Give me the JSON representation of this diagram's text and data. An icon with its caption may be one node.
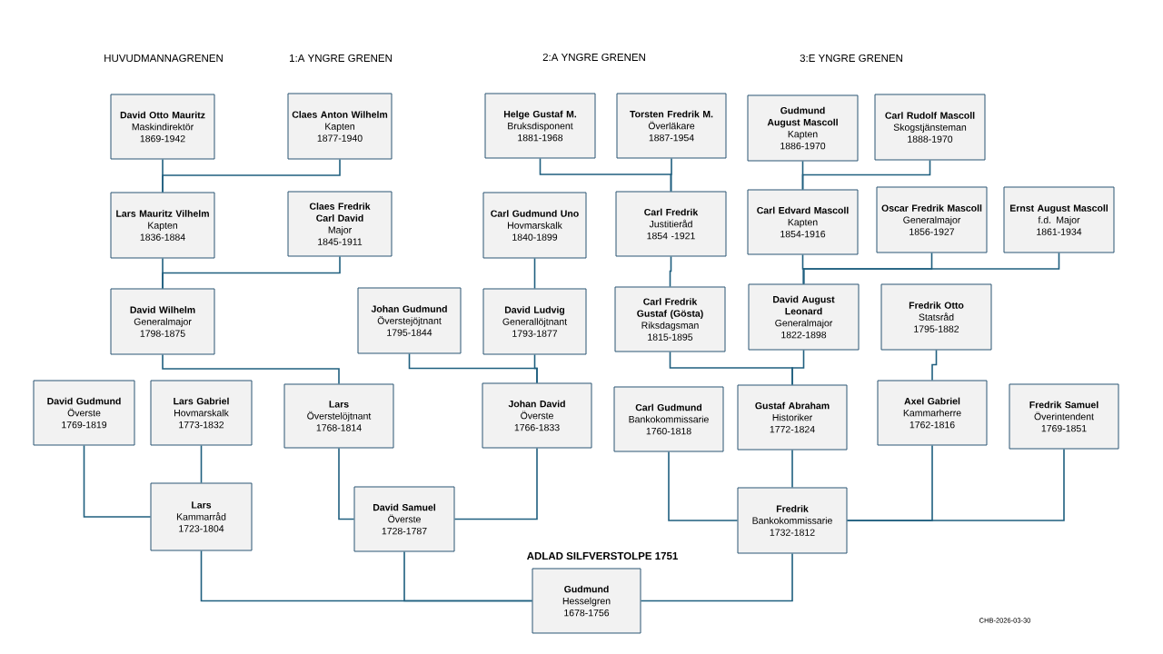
{
  "diagram": {
    "nodes": [
      {
        "text": [
          "David Otto Mauritz",
          "Maskindirektör",
          "1869-1942"
        ]
      },
      {
        "text": [
          "Claes Anton Wilhelm",
          "Kapten",
          "1877-1940"
        ]
      },
      {
        "text": [
          "Helge Gustaf M.",
          "Bruksdisponent",
          "1881-1968"
        ]
      },
      {
        "text": [
          "Torsten Fredrik M.",
          "Överläkare",
          "1887-1954"
        ]
      },
      {
        "text": [
          "Gudmund August Mascoll",
          "Kapten",
          "1886-1970"
        ]
      },
      {
        "text": [
          "Carl Rudolf Mascoll",
          "Skogstjänsteman",
          "1888-1970"
        ]
      },
      {
        "text": [
          "Lars Mauritz Vilhelm",
          "Kapten",
          "1836-1884"
        ]
      },
      {
        "text": [
          "Claes Fredrik Carl David",
          "Major",
          "1845-1911"
        ]
      },
      {
        "text": [
          "Carl Gudmund Uno",
          "Hovmarskalk",
          "1840-1899"
        ]
      },
      {
        "text": [
          "Carl Fredrik",
          "Justitieråd",
          "1854 -1921"
        ]
      },
      {
        "text": [
          "Carl Edvard Mascoll",
          "Kapten",
          "1854-1916"
        ]
      },
      {
        "text": [
          "Oscar Fredrik Mascoll",
          "Generalmajor",
          "1856-1927"
        ]
      },
      {
        "text": [
          "Ernst August Mascoll",
          "f.d. Major",
          "1861-1934"
        ]
      },
      {
        "text": [
          "David Wilhelm",
          "Generalmajor",
          "1798-1875"
        ]
      },
      {
        "text": [
          "Johan Gudmund",
          "Överstejöjtnant",
          "1795-1844"
        ]
      },
      {
        "text": [
          "David Ludvig",
          "Generallöjtnant",
          "1793-1877"
        ]
      },
      {
        "text": [
          "Carl Fredrik Gustaf (Gösta)",
          "Riksdagsman",
          "1815-1895"
        ]
      },
      {
        "text": [
          "David August Leonard",
          "Generalmajor",
          "1822-1898"
        ]
      },
      {
        "text": [
          "Fredrik Otto",
          "Statsråd",
          "1795-1882"
        ]
      },
      {
        "text": [
          "David Gudmund",
          "Överste",
          "1769-1819"
        ]
      },
      {
        "text": [
          "Lars Gabriel",
          "Hovmarskalk",
          "1773-1832"
        ]
      },
      {
        "text": [
          "Lars",
          "Överstelöjtnant",
          "1768-1814"
        ]
      },
      {
        "text": [
          "Johan David",
          "Överste",
          "1766-1833"
        ]
      },
      {
        "text": [
          "Carl Gudmund",
          "Bankokommissarie",
          "1760-1818"
        ]
      },
      {
        "text": [
          "Gustaf Abraham",
          "Historiker",
          "1772-1824"
        ]
      },
      {
        "text": [
          "Axel Gabriel",
          "Kammarherre",
          "1762-1816"
        ]
      },
      {
        "text": [
          "Fredrik Samuel",
          "Överintendent",
          "1769-1851"
        ]
      },
      {
        "text": [
          "Lars",
          "Kammarråd",
          "1723-1804"
        ]
      },
      {
        "text": [
          "David Samuel",
          "Överste",
          "1728-1787"
        ]
      },
      {
        "text": [
          "Fredrik",
          "Bankokommissarie",
          "1732-1812"
        ]
      },
      {
        "text": [
          "Gudmund",
          "Hesselgren",
          "1678-1756"
        ]
      }
    ],
    "edges": [
      {
        "from": 30,
        "to": 27,
        "arrow": "none"
      },
      {
        "from": 30,
        "to": 28,
        "arrow": "none"
      },
      {
        "from": 30,
        "to": 29,
        "arrow": "none"
      },
      {
        "from": 27,
        "to": 19,
        "arrow": "none"
      },
      {
        "from": 27,
        "to": 20,
        "arrow": "none"
      },
      {
        "from": 28,
        "to": 21,
        "arrow": "none"
      },
      {
        "from": 28,
        "to": 22,
        "arrow": "none"
      },
      {
        "from": 29,
        "to": 23,
        "arrow": "none"
      },
      {
        "from": 29,
        "to": 24,
        "arrow": "none"
      },
      {
        "from": 29,
        "to": 25,
        "arrow": "none"
      },
      {
        "from": 29,
        "to": 26,
        "arrow": "none"
      },
      {
        "from": 21,
        "to": 13,
        "arrow": "none"
      },
      {
        "from": 22,
        "to": 14,
        "arrow": "none"
      },
      {
        "from": 22,
        "to": 15,
        "arrow": "none"
      },
      {
        "from": 24,
        "to": 16,
        "arrow": "none"
      },
      {
        "from": 24,
        "to": 17,
        "arrow": "none"
      },
      {
        "from": 25,
        "to": 18,
        "arrow": "none"
      },
      {
        "from": 13,
        "to": 6,
        "arrow": "none"
      },
      {
        "from": 13,
        "to": 7,
        "arrow": "none"
      },
      {
        "from": 15,
        "to": 8,
        "arrow": "none"
      },
      {
        "from": 16,
        "to": 9,
        "arrow": "none"
      },
      {
        "from": 17,
        "to": 10,
        "arrow": "none"
      },
      {
        "from": 17,
        "to": 11,
        "arrow": "none"
      },
      {
        "from": 17,
        "to": 12,
        "arrow": "none"
      },
      {
        "from": 6,
        "to": 0,
        "arrow": "none"
      },
      {
        "from": 6,
        "to": 1,
        "arrow": "none"
      },
      {
        "from": 9,
        "to": 2,
        "arrow": "none"
      },
      {
        "from": 9,
        "to": 3,
        "arrow": "none"
      },
      {
        "from": 10,
        "to": 4,
        "arrow": "none"
      },
      {
        "from": 10,
        "to": 5,
        "arrow": "none"
      }
    ],
    "labels": [
      "HUVUDMANNAGRENEN",
      "1:A YNGRE GRENEN",
      "2:A YNGRE GRENEN",
      "3:E YNGRE GRENEN",
      "ADLAD SILFVERSTOLPE 1751",
      "CHB-2026-03-30"
    ]
  }
}
